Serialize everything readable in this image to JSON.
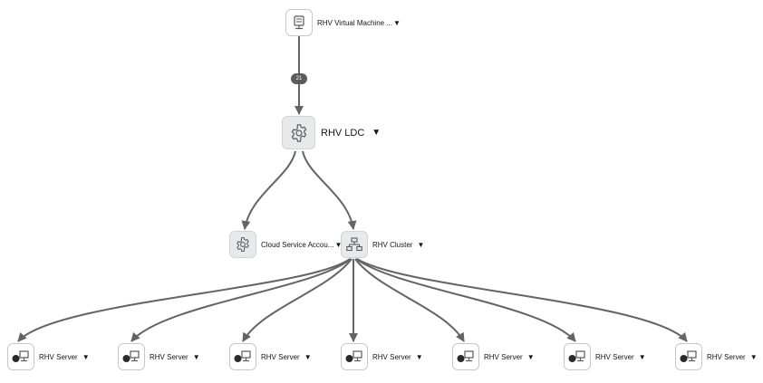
{
  "nodes": {
    "vm": {
      "label": "RHV Virtual Machine ...",
      "icon": "virtual-machine-icon"
    },
    "ldc": {
      "label": "RHV LDC",
      "icon": "gear-icon"
    },
    "cloud": {
      "label": "Cloud Service Accou...",
      "icon": "gear-icon"
    },
    "cluster": {
      "label": "RHV Cluster",
      "icon": "cluster-icon"
    },
    "servers": [
      {
        "label": "RHV Server",
        "icon": "server-icon"
      },
      {
        "label": "RHV Server",
        "icon": "server-icon"
      },
      {
        "label": "RHV Server",
        "icon": "server-icon"
      },
      {
        "label": "RHV Server",
        "icon": "server-icon"
      },
      {
        "label": "RHV Server",
        "icon": "server-icon"
      },
      {
        "label": "RHV Server",
        "icon": "server-icon"
      },
      {
        "label": "RHV Server",
        "icon": "server-icon"
      }
    ]
  },
  "edges": [
    {
      "from": "vm",
      "to": "ldc",
      "badge": "21"
    },
    {
      "from": "ldc",
      "to": "cloud"
    },
    {
      "from": "ldc",
      "to": "cluster"
    },
    {
      "from": "cluster",
      "to": "server-1"
    },
    {
      "from": "cluster",
      "to": "server-2"
    },
    {
      "from": "cluster",
      "to": "server-3"
    },
    {
      "from": "cluster",
      "to": "server-4"
    },
    {
      "from": "cluster",
      "to": "server-5"
    },
    {
      "from": "cluster",
      "to": "server-6"
    },
    {
      "from": "cluster",
      "to": "server-7"
    }
  ],
  "caret_glyph": "▼",
  "colors": {
    "edge": "#646464",
    "badge": "#5b5b5b",
    "node_border": "#c8c8c8",
    "node_fill_filled": "#e8e9ea",
    "icon": "#5a5a5a",
    "server_status": "#2b2b2b"
  }
}
